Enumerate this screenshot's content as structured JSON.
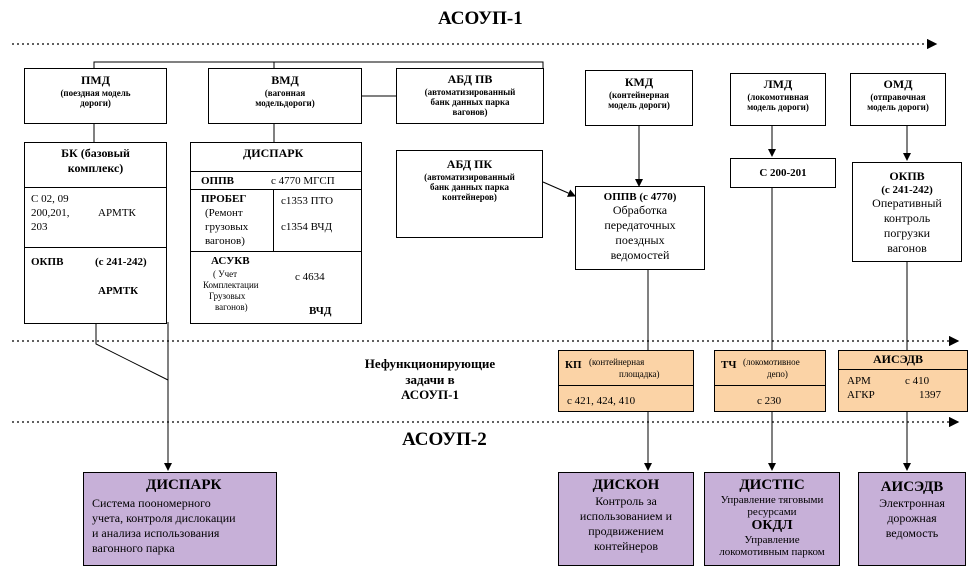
{
  "diagram": {
    "title_asoup1": "АСОУП-1",
    "title_asoup2": "АСОУП-2",
    "nonfunc_label": [
      "Нефункционирующие",
      "задачи в",
      "АСОУП-1"
    ],
    "pmd": {
      "title": "ПМД",
      "sub": [
        "(поездная модель",
        "дороги)"
      ]
    },
    "vmd": {
      "title": "ВМД",
      "sub": [
        "(вагонная",
        "модельдороги)"
      ]
    },
    "abd_pv": {
      "title": "АБД ПВ",
      "sub": [
        "(автоматизированный",
        "банк данных парка",
        "вагонов)"
      ]
    },
    "abd_pk": {
      "title": "АБД ПК",
      "sub": [
        "(автоматизированный",
        "банк данных парка",
        "контейнеров)"
      ]
    },
    "kmd": {
      "title": "КМД",
      "sub": [
        "(контейнерная",
        "модель дороги)"
      ]
    },
    "lmd": {
      "title": "ЛМД",
      "sub": [
        "(локомотивная",
        "модель дороги)"
      ]
    },
    "omd": {
      "title": "ОМД",
      "sub": [
        "(отправочная",
        "модель дороги)"
      ]
    },
    "bk": {
      "title": [
        "БК (базовый",
        "комплекс)"
      ],
      "codes": [
        "С 02, 09",
        "200,201,",
        "203"
      ],
      "armtk1": "АРМТК",
      "okpv": "ОКПВ",
      "okpv_codes": "(с 241-242)",
      "armtk2": "АРМТК"
    },
    "dispark_top": {
      "title": "ДИСПАРК",
      "oppv": "ОППВ",
      "oppv_code": "с 4770  МГСП",
      "probeg": "ПРОБЕГ",
      "probeg_sub": [
        "(Ремонт",
        "грузовых",
        "вагонов)"
      ],
      "probeg_c1": "с1353 ПТО",
      "probeg_c2": "с1354 ВЧД",
      "asukv": "АСУКВ",
      "asukv_sub": [
        "( Учет",
        "Комплектации",
        "Грузовых",
        "вагонов)"
      ],
      "asukv_code": "с 4634",
      "asukv_vchd": "ВЧД"
    },
    "oppv_box": {
      "title": "ОППВ (с 4770)",
      "lines": [
        "Обработка",
        "передаточных",
        "поездных",
        "ведомостей"
      ]
    },
    "c200": "С 200-201",
    "okpv_box": {
      "title": "ОКПВ",
      "codes": "(с 241-242)",
      "lines": [
        "Оперативный",
        "контроль",
        "погрузки",
        "вагонов"
      ]
    },
    "kp": {
      "title": "КП",
      "sub": [
        "(контейнерная",
        "площадка)"
      ],
      "codes": "с 421, 424, 410"
    },
    "tch": {
      "title": "ТЧ",
      "sub": [
        "(локомотивное",
        "депо)"
      ],
      "codes": "с 230"
    },
    "aisedv_top": {
      "title": "АИСЭДВ",
      "arm": "АРМ",
      "agkr": "АГКР",
      "c1": "с 410",
      "c2": "1397"
    },
    "dispark_bottom": {
      "title": "ДИСПАРК",
      "lines": [
        "Система поономерного",
        "учета, контроля дислокации",
        "и анализа использования",
        "вагонного парка"
      ]
    },
    "diskon": {
      "title": "ДИСКОН",
      "lines": [
        "Контроль за",
        "использованием и",
        "продвижением",
        "контейнеров"
      ]
    },
    "distps": {
      "title": "ДИСТПС",
      "lines": [
        "Управление тяговыми",
        "ресурсами"
      ],
      "okdl": "ОКДЛ",
      "lines2": [
        "Управление",
        "локомотивным парком"
      ]
    },
    "aisedv_bottom": {
      "title": "АИСЭДВ",
      "lines": [
        "Электронная",
        "дорожная",
        "ведомость"
      ]
    }
  }
}
